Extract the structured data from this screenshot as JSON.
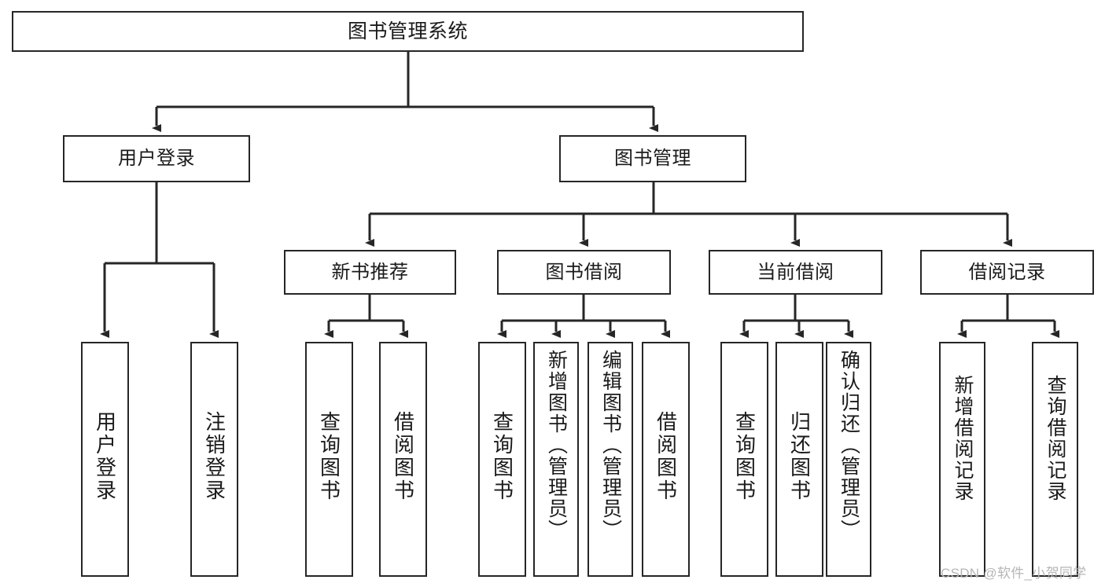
{
  "diagram": {
    "title": "图书管理系统",
    "type": "hierarchy-tree",
    "watermark": "CSDN @软件_小贺同学",
    "colors": {
      "box_border": "#262626",
      "box_fill": "#ffffff",
      "connector": "#262626",
      "text": "#1a1a1a",
      "watermark": "#b6b6b6"
    },
    "levels": {
      "level1": [
        "图书管理系统"
      ],
      "level2": [
        "用户登录",
        "图书管理"
      ],
      "level3": [
        "新书推荐",
        "图书借阅",
        "当前借阅",
        "借阅记录"
      ],
      "level4": [
        "用户登录",
        "注销登录",
        "查询图书",
        "借阅图书",
        "查询图书",
        "新增图书（管理员）",
        "编辑图书（管理员）",
        "借阅图书",
        "查询图书",
        "归还图书",
        "确认归还（管理员）",
        "新增借阅记录",
        "查询借阅记录"
      ]
    },
    "nodes": {
      "root": {
        "label": "图书管理系统"
      },
      "user_login": {
        "label": "用户登录"
      },
      "book_manage": {
        "label": "图书管理"
      },
      "new_book_rec": {
        "label": "新书推荐"
      },
      "book_borrow": {
        "label": "图书借阅"
      },
      "current_borrow": {
        "label": "当前借阅"
      },
      "borrow_record": {
        "label": "借阅记录"
      },
      "leaf_user_login": {
        "label": "用户登录"
      },
      "leaf_logout": {
        "label": "注销登录"
      },
      "leaf_query_book_a": {
        "label": "查询图书"
      },
      "leaf_borrow_book_a": {
        "label": "借阅图书"
      },
      "leaf_query_book_b": {
        "label": "查询图书"
      },
      "leaf_add_book": {
        "label": "新增图书（管理员）"
      },
      "leaf_edit_book": {
        "label": "编辑图书（管理员）"
      },
      "leaf_borrow_book_b": {
        "label": "借阅图书"
      },
      "leaf_query_book_c": {
        "label": "查询图书"
      },
      "leaf_return_book": {
        "label": "归还图书"
      },
      "leaf_confirm_return": {
        "label": "确认归还（管理员）"
      },
      "leaf_add_record": {
        "label": "新增借阅记录"
      },
      "leaf_query_record": {
        "label": "查询借阅记录"
      }
    }
  }
}
